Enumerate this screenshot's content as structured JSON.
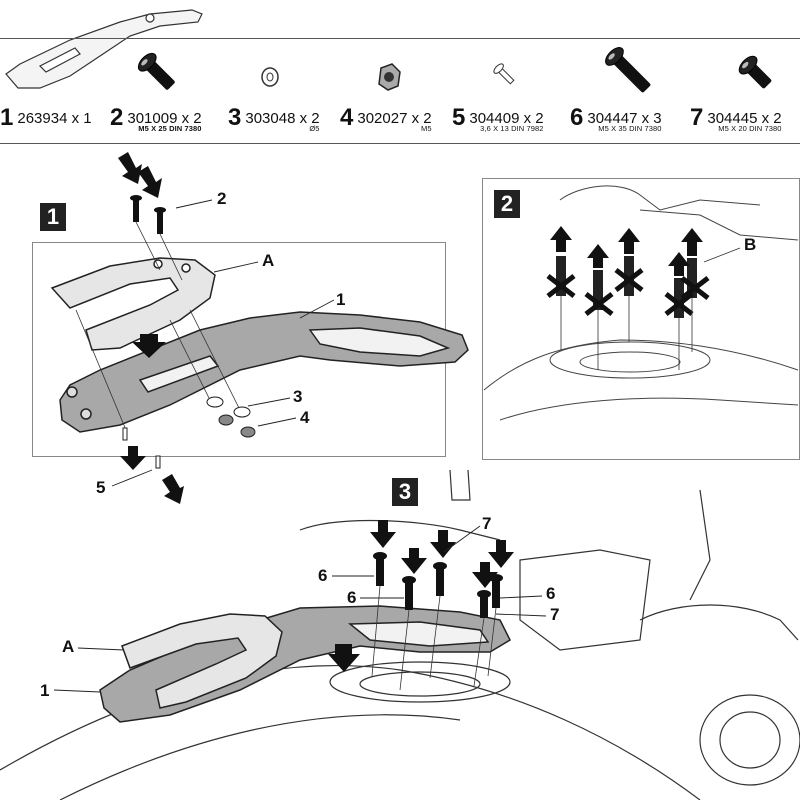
{
  "parts": [
    {
      "pos": "1",
      "code": "263934 x 1",
      "spec": ""
    },
    {
      "pos": "2",
      "code": "301009 x 2",
      "spec": "M5 X 25 DIN 7380"
    },
    {
      "pos": "3",
      "code": "303048 x 2",
      "spec": "Ø5"
    },
    {
      "pos": "4",
      "code": "302027 x 2",
      "spec": "M5"
    },
    {
      "pos": "5",
      "code": "304409 x 2",
      "spec": "3,6 X 13 DIN 7982"
    },
    {
      "pos": "6",
      "code": "304447 x 3",
      "spec": "M5 X 35 DIN 7380"
    },
    {
      "pos": "7",
      "code": "304445 x 2",
      "spec": "M5 X 20 DIN 7380"
    }
  ],
  "steps": {
    "step1": {
      "badge": "1",
      "labels": {
        "a": "A",
        "n1": "1",
        "n2": "2",
        "n3": "3",
        "n4": "4",
        "n5": "5"
      }
    },
    "step2": {
      "badge": "2",
      "labels": {
        "b": "B"
      }
    },
    "step3": {
      "badge": "3",
      "labels": {
        "a": "A",
        "n1": "1",
        "n6a": "6",
        "n6b": "6",
        "n6c": "6",
        "n7a": "7",
        "n7b": "7"
      }
    }
  },
  "colors": {
    "plate": "#a8a8a8",
    "ring": "#e6e6e6",
    "line": "#222222",
    "arrow": "#111111"
  }
}
